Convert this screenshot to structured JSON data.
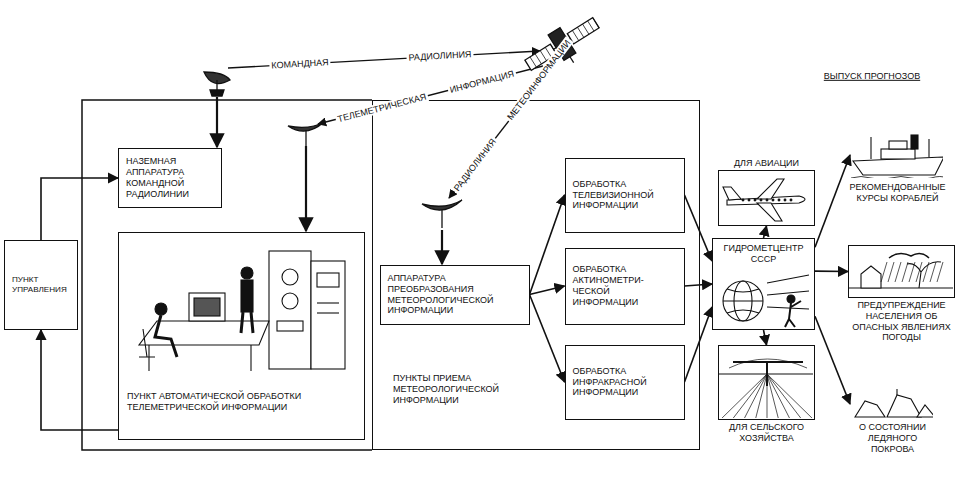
{
  "diagram": {
    "nodes": [
      {
        "text": [
          "ПУНКТ УПРАВЛЕНИЯ"
        ]
      },
      {
        "text": [
          "НАЗЕМНАЯ АППАРАТУРА КОМАНДНОЙ РАДИОЛИНИИ"
        ]
      },
      {
        "text": [
          "ПУНКТ АВТОМАТИЧЕСКОЙ ОБРАБОТКИ ТЕЛЕМЕТРИЧЕСКОЙ ИНФОРМАЦИИ"
        ]
      },
      {
        "text": [
          "ПУНКТЫ ПРИЕМА МЕТЕОРОЛОГИЧЕСКОЙ ИНФОРМАЦИИ"
        ]
      },
      {
        "text": [
          "АППАРАТУРА ПРЕОБРАЗОВАНИЯ МЕТЕОРОЛОГИЧЕСКОЙ ИНФОРМАЦИИ"
        ],
        "in": 3
      },
      {
        "text": [
          "ОБРАБОТКА ТЕЛЕВИЗИОННОЙ ИНФОРМАЦИИ"
        ],
        "in": 3
      },
      {
        "text": [
          "ОБРАБОТКА АКТИНОМЕТРИ- ЧЕСКОЙ ИНФОРМАЦИИ"
        ],
        "in": 3
      },
      {
        "text": [
          "ОБРАБОТКА ИНФРАКРАСНОЙ ИНФОРМАЦИИ"
        ],
        "in": 3
      },
      {
        "text": [
          "ГИДРОМЕТЦЕНТР СССР"
        ]
      },
      {
        "text": [
          "ДЛЯ АВИАЦИИ"
        ]
      },
      {
        "text": [
          "РЕКОМЕНДОВАННЫЕ КУРСЫ КОРАБЛЕЙ"
        ]
      },
      {
        "text": [
          "ПРЕДУПРЕЖДЕНИЕ НАСЕЛЕНИЯ ОБ ОПАСНЫХ ЯВЛЕНИЯХ ПОГОДЫ"
        ]
      },
      {
        "text": [
          "ДЛЯ СЕЛЬСКОГО ХОЗЯЙСТВА"
        ]
      },
      {
        "text": [
          "О СОСТОЯНИИ ЛЕДЯНОГО ПОКРОВА"
        ]
      }
    ],
    "edges": [
      {
        "from": 0,
        "to": 1,
        "arrow": "to"
      },
      {
        "from": 2,
        "to": 0,
        "arrow": "to"
      },
      {
        "from": 4,
        "to": 5,
        "arrow": "to"
      },
      {
        "from": 4,
        "to": 6,
        "arrow": "to"
      },
      {
        "from": 4,
        "to": 7,
        "arrow": "to"
      },
      {
        "from": 5,
        "to": 8,
        "arrow": "to"
      },
      {
        "from": 6,
        "to": 8,
        "arrow": "to"
      },
      {
        "from": 7,
        "to": 8,
        "arrow": "to"
      },
      {
        "from": 8,
        "to": 9,
        "arrow": "to"
      },
      {
        "from": 8,
        "to": 10,
        "arrow": "to"
      },
      {
        "from": 8,
        "to": 11,
        "arrow": "to"
      },
      {
        "from": 8,
        "to": 12,
        "arrow": "to"
      },
      {
        "from": 8,
        "to": 13,
        "arrow": "to"
      }
    ],
    "labels": [
      "КОМАНДНАЯ",
      "РАДИОЛИНИЯ",
      "ТЕЛЕМЕТРИЧЕСКАЯ",
      "ИНФОРМАЦИЯ",
      "РАДИОЛИНИЯ",
      "МЕТЕОИНФОРМАЦИИ",
      "ВЫПУСК ПРОГНОЗОВ"
    ]
  }
}
